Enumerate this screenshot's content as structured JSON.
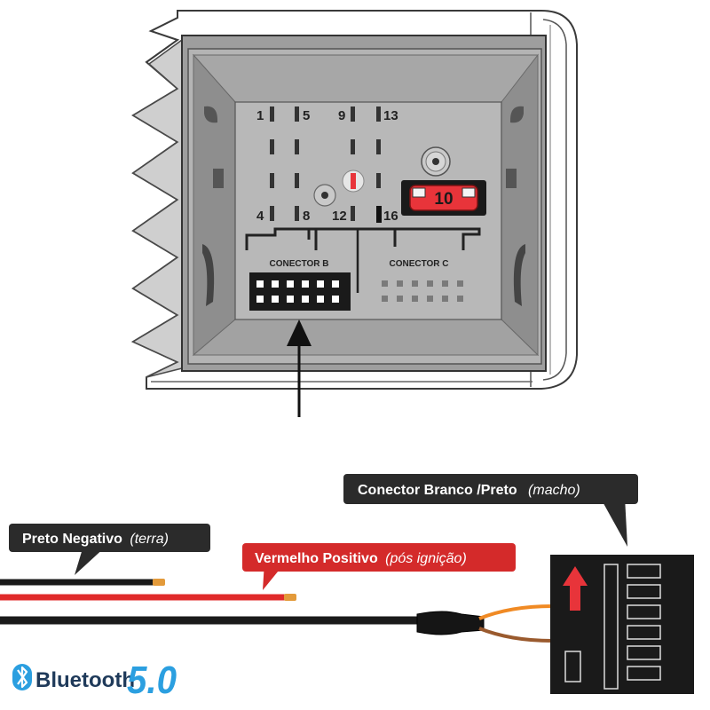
{
  "connector_panel": {
    "pin_labels": [
      "1",
      "5",
      "9",
      "13",
      "4",
      "8",
      "12",
      "16"
    ],
    "connector_b_label": "CONECTOR B",
    "connector_c_label": "CONECTOR C",
    "fuse_value": "10",
    "fuse_color": "#e8343a"
  },
  "callouts": {
    "male_connector": {
      "title": "Conector  Branco /Preto",
      "note": "(macho)"
    },
    "black_wire": {
      "title": "Preto Negativo",
      "note": "(terra)"
    },
    "red_wire": {
      "title": "Vermelho Positivo",
      "note": "(pós ignição)"
    }
  },
  "wire_colors": {
    "black": "#1a1a1a",
    "red": "#e02a2a",
    "orange": "#f08a24",
    "brown": "#9a5a2e",
    "copper": "#e39a3a"
  },
  "logo": {
    "brand": "Bluetooth",
    "version": "5.0",
    "icon": "bluetooth-icon"
  }
}
